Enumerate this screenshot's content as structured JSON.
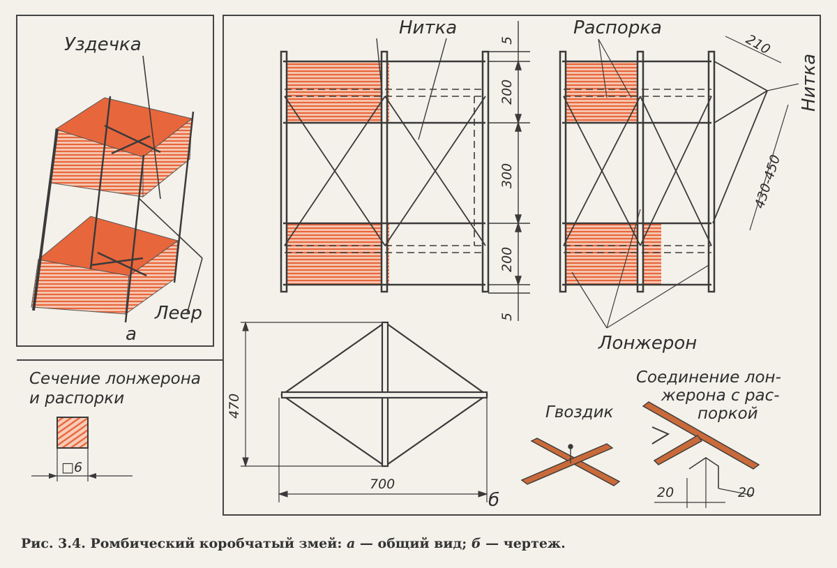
{
  "colors": {
    "paper": "#f3f1ea",
    "ink": "#3a3a3a",
    "fabric": "#e8663c",
    "fabric_light": "#f2a07e"
  },
  "labels": {
    "bridle": "Уздечка",
    "line_top": "Нитка",
    "spreader": "Распорка",
    "line_right": "Нитка",
    "leer": "Леер",
    "longeron": "Лонжерон",
    "view_a": "а",
    "view_b": "б",
    "section_line1": "Сечение лонжерона",
    "section_line2": "и распорки",
    "nail": "Гвоздик",
    "joint_line1": "Соединение лон-",
    "joint_line2": "жерона с рас-",
    "joint_line3": "поркой"
  },
  "dimensions": {
    "d_top": "5",
    "d_upper": "200",
    "d_middle": "300",
    "d_lower": "200",
    "d_bottom": "5",
    "d_bridle": "210",
    "d_line": "430-450",
    "d_height": "470",
    "d_width": "700",
    "d_section": "□6",
    "d_joint_left": "20",
    "d_joint_right": "20"
  },
  "caption": {
    "prefix": "Рис. 3.4. Ромбический коробчатый змей: ",
    "a": "а",
    "a_text": " — общий вид; ",
    "b": "б",
    "b_text": " — чертеж."
  }
}
